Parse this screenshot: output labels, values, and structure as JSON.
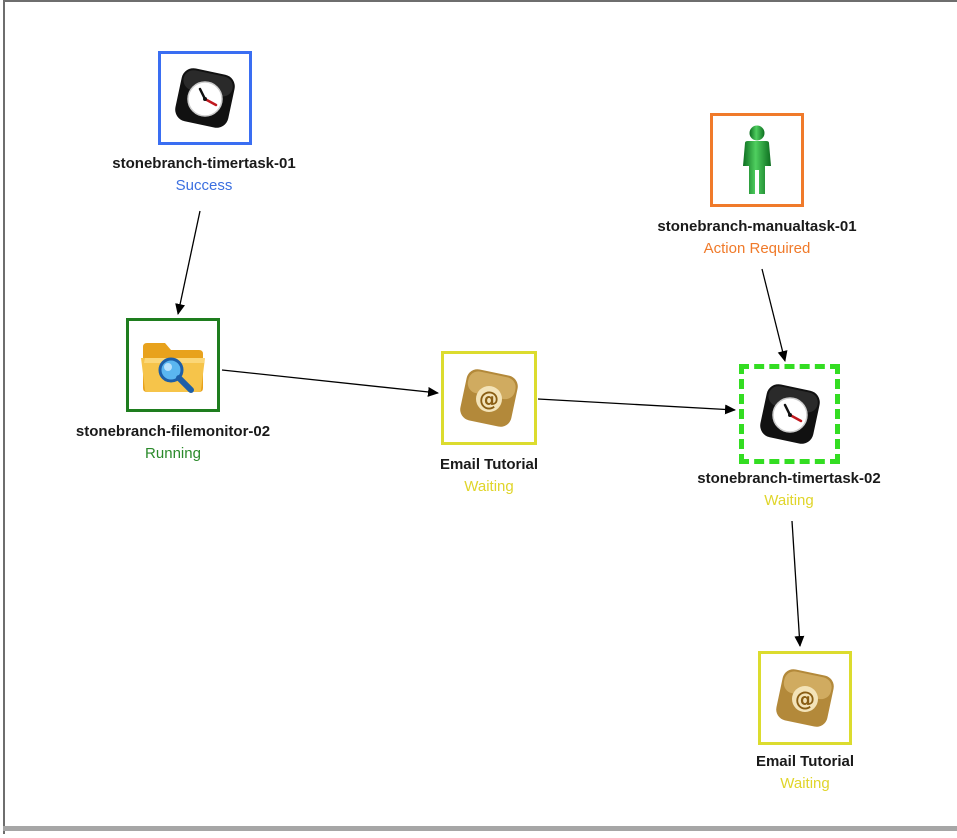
{
  "nodes": {
    "timer1": {
      "name": "stonebranch-timertask-01",
      "status": "Success",
      "status_color": "#3b6fe0",
      "border_color": "#3a6ef2",
      "icon": "clock-icon"
    },
    "filemon": {
      "name": "stonebranch-filemonitor-02",
      "status": "Running",
      "status_color": "#2b8a2b",
      "border_color": "#1e7d1e",
      "icon": "folder-search-icon"
    },
    "email1": {
      "name": "Email Tutorial",
      "status": "Waiting",
      "status_color": "#e0d52a",
      "border_color": "#dcdc2e",
      "icon": "email-icon"
    },
    "manual": {
      "name": "stonebranch-manualtask-01",
      "status": "Action Required",
      "status_color": "#f07a2a",
      "border_color": "#f07a2a",
      "icon": "person-icon"
    },
    "timer2": {
      "name": "stonebranch-timertask-02",
      "status": "Waiting",
      "status_color": "#e0d52a",
      "border_color": "#33dd22",
      "icon": "clock-icon"
    },
    "email2": {
      "name": "Email Tutorial",
      "status": "Waiting",
      "status_color": "#e0d52a",
      "border_color": "#dcdc2e",
      "icon": "email-icon"
    }
  }
}
